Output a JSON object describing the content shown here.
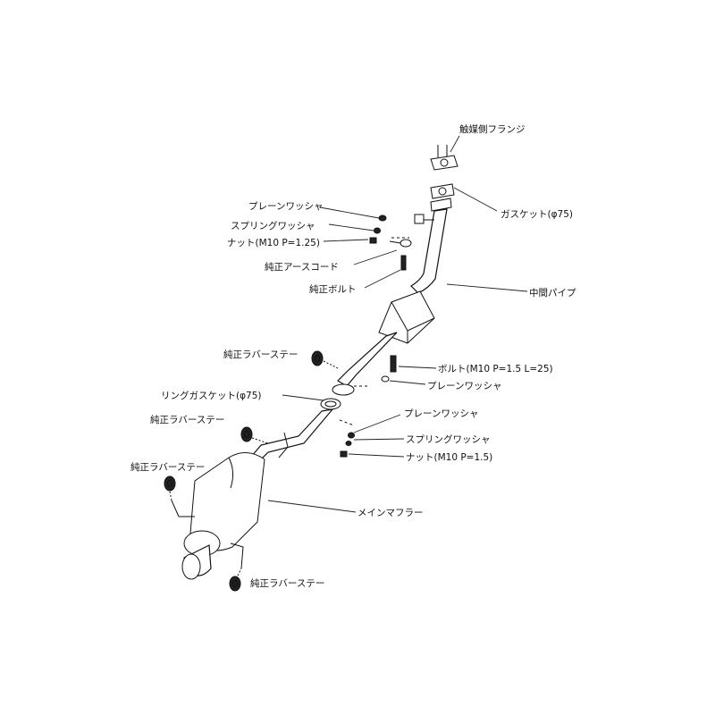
{
  "labels": {
    "catalyst_flange": "触媒側フランジ",
    "gasket_75": "ガスケット(φ75)",
    "plain_washer_1": "プレーンワッシャ",
    "spring_washer_1": "スプリングワッシャ",
    "nut_m10_125": "ナット(M10 P=1.25)",
    "earth_cord": "純正アースコード",
    "oem_bolt": "純正ボルト",
    "center_pipe": "中間パイプ",
    "rubber_stay_1": "純正ラバーステー",
    "bolt_m10_15_l25": "ボルト(M10 P=1.5 L=25)",
    "plain_washer_2": "プレーンワッシャ",
    "ring_gasket_75": "リングガスケット(φ75)",
    "plain_washer_3": "プレーンワッシャ",
    "rubber_stay_2": "純正ラバーステー",
    "spring_washer_2": "スプリングワッシャ",
    "nut_m10_15": "ナット(M10 P=1.5)",
    "rubber_stay_3": "純正ラバーステー",
    "main_muffler": "メインマフラー",
    "rubber_stay_4": "純正ラバーステー"
  },
  "colors": {
    "line": "#111111",
    "background": "#ffffff",
    "part_fill": "#222222"
  }
}
